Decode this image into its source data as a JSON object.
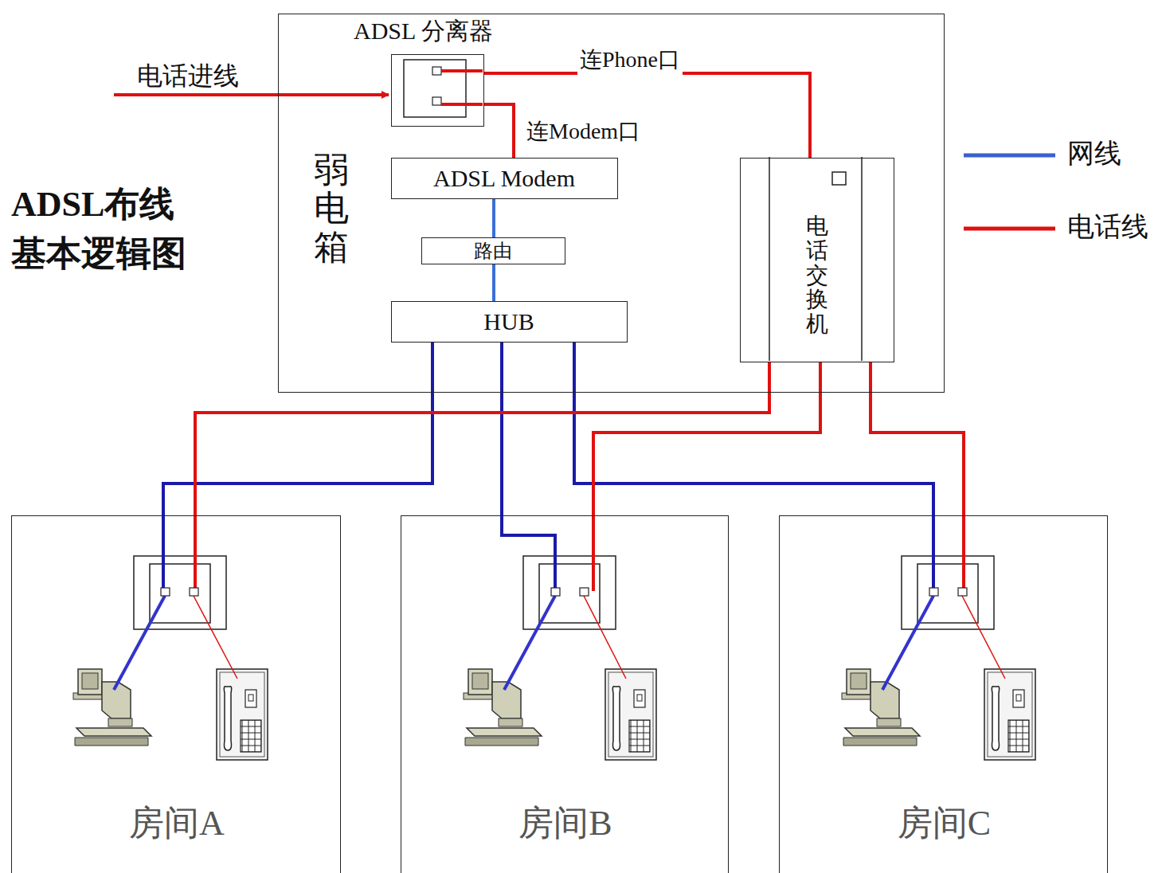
{
  "diagram": {
    "title": "ADSL布线 基本逻辑图",
    "nodes": [
      {
        "text": [
          "弱电箱"
        ]
      },
      {
        "text": [
          "ADSL 分离器"
        ],
        "in": 0
      },
      {
        "text": [
          "ADSL Modem"
        ],
        "in": 0
      },
      {
        "text": [
          "路由"
        ],
        "in": 0
      },
      {
        "text": [
          "HUB"
        ],
        "in": 0
      },
      {
        "text": [
          "电话交换机"
        ],
        "in": 0
      },
      {
        "text": [
          "房间A"
        ]
      },
      {
        "text": [
          "房间B"
        ]
      },
      {
        "text": [
          "房间C"
        ]
      }
    ],
    "edges": [
      {
        "from": 1,
        "to": 5,
        "label": "连Phone口",
        "arrow": "none"
      },
      {
        "from": 1,
        "to": 2,
        "label": "连Modem口",
        "arrow": "none"
      },
      {
        "from": 2,
        "to": 3,
        "arrow": "none"
      },
      {
        "from": 3,
        "to": 4,
        "arrow": "none"
      },
      {
        "from": 4,
        "to": 6,
        "arrow": "none"
      },
      {
        "from": 4,
        "to": 7,
        "arrow": "none"
      },
      {
        "from": 4,
        "to": 8,
        "arrow": "none"
      },
      {
        "from": 5,
        "to": 6,
        "arrow": "none"
      },
      {
        "from": 5,
        "to": 7,
        "arrow": "none"
      },
      {
        "from": 5,
        "to": 8,
        "arrow": "none"
      }
    ],
    "labels": [
      "电话进线"
    ],
    "legend": [
      {
        "text": "网线"
      },
      {
        "text": "电话线"
      }
    ]
  }
}
